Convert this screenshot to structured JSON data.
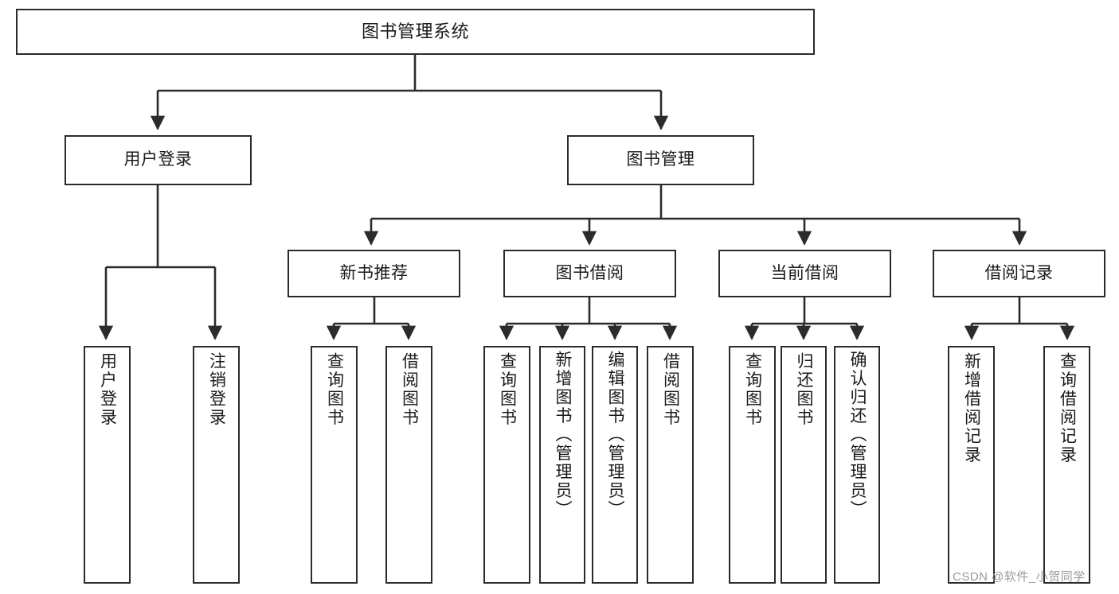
{
  "diagram": {
    "title": "图书管理系统",
    "type": "tree-hierarchy",
    "theme": {
      "background": "#ffffff",
      "border": "#2b2b2b",
      "text": "#1a1a1a",
      "watermark": "#9a9a9a"
    }
  },
  "nodes": {
    "root": {
      "label": "图书管理系统"
    },
    "level2": [
      {
        "label": "用户登录"
      },
      {
        "label": "图书管理"
      }
    ],
    "level3": [
      {
        "label": "新书推荐"
      },
      {
        "label": "图书借阅"
      },
      {
        "label": "当前借阅"
      },
      {
        "label": "借阅记录"
      }
    ],
    "leaves": {
      "user_login": [
        {
          "label": "用户登录"
        },
        {
          "label": "注销登录"
        }
      ],
      "new_book_recommend": [
        {
          "label": "查询图书"
        },
        {
          "label": "借阅图书"
        }
      ],
      "book_borrow": [
        {
          "label": "查询图书"
        },
        {
          "label": "新增图书（管理员）"
        },
        {
          "label": "编辑图书（管理员）"
        },
        {
          "label": "借阅图书"
        }
      ],
      "current_borrow": [
        {
          "label": "查询图书"
        },
        {
          "label": "归还图书"
        },
        {
          "label": "确认归还（管理员）"
        }
      ],
      "borrow_record": [
        {
          "label": "新增借阅记录"
        },
        {
          "label": "查询借阅记录"
        }
      ]
    }
  },
  "watermark": {
    "text": "CSDN @软件_小贺同学"
  }
}
